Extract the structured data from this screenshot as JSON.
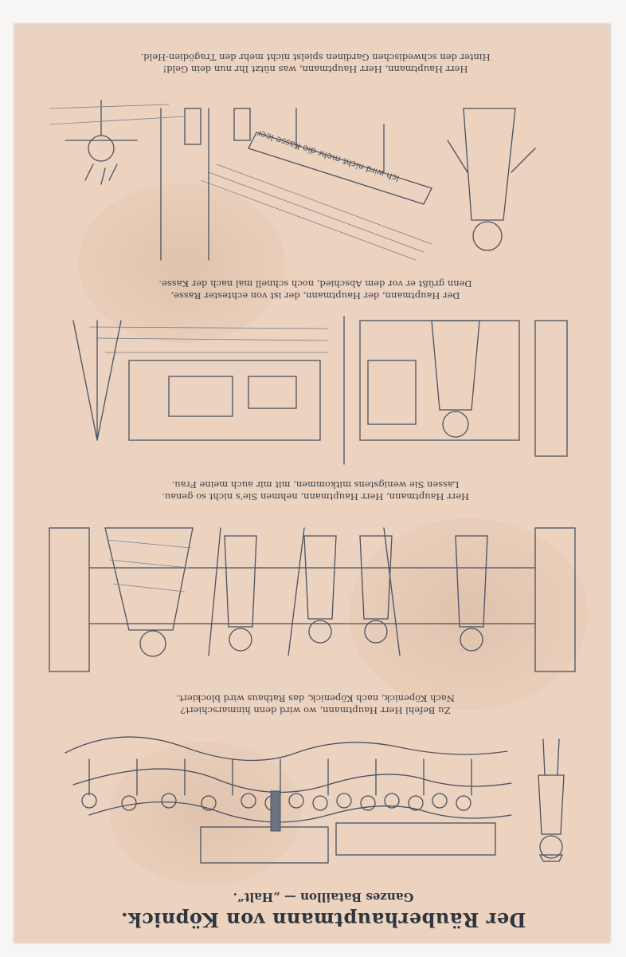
{
  "postcard": {
    "title": "Der Räuberhauptmann von Köpnick.",
    "subtitle": "Ganzes Bataillon — „Halt“.",
    "captions": [
      {
        "line1": "Zu Befehl Herr Hauptmann, wo wird denn hinmarschiert?",
        "line2": "Nach Köpenick, nach Köpenick, das Rathaus wird blockiert."
      },
      {
        "line1": "Herr Hauptmann, Herr Hauptmann, nehmen Sie's nicht so genau.",
        "line2": "Lassen Sie wenigstens mitkommen, mit mir auch meine Frau."
      },
      {
        "line1": "Der Hauptmann, der Hauptmann, der ist von echtester Rasse,",
        "line2": "Denn grüßt er vor dem Abschied, noch schnell mal nach der Kasse."
      },
      {
        "line1": "Herr Hauptmann, Herr Hauptmann, was nützt Ihr nun dein Geld!",
        "line2": "Hinter den schwedischen Gardinen spielst nicht mehr den Tragödien-Held."
      }
    ],
    "sign_text": "Ich wird nicht mehr die Kasse leer"
  }
}
